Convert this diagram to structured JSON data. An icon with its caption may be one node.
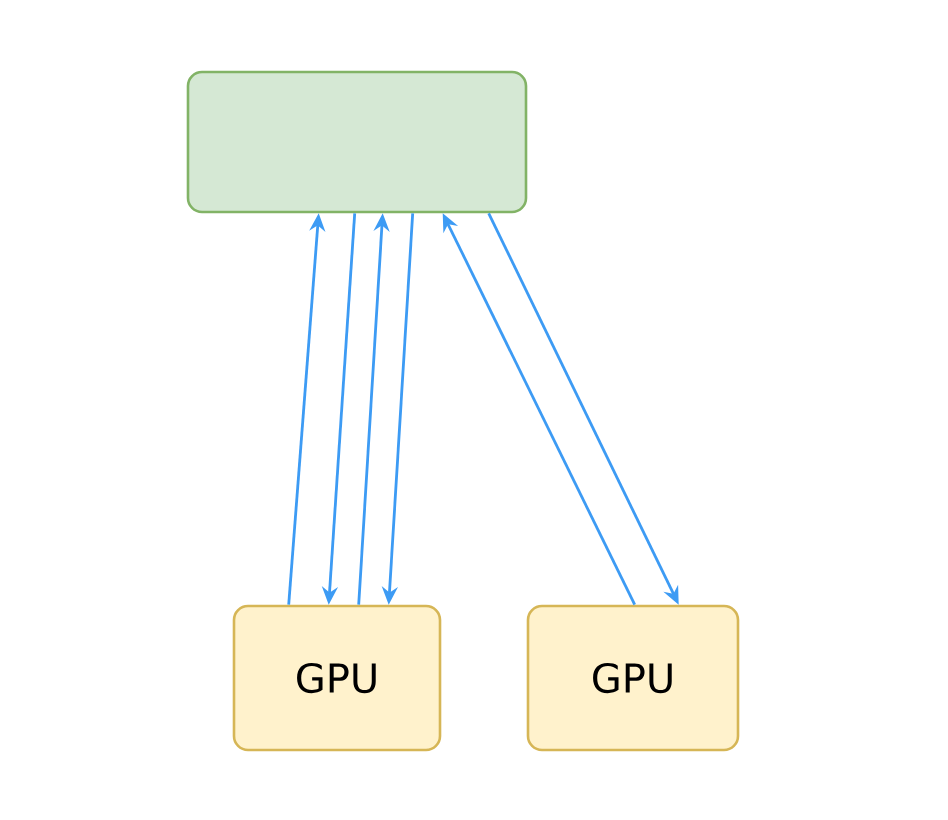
{
  "diagram": {
    "nodes": [
      {
        "text": [],
        "shape": "box"
      },
      {
        "text": [
          "GPU"
        ]
      },
      {
        "text": [
          "GPU"
        ]
      }
    ],
    "edges": [
      {
        "from": 1,
        "to": 0,
        "arrow": "to"
      },
      {
        "from": 0,
        "to": 1,
        "arrow": "to"
      },
      {
        "from": 1,
        "to": 0,
        "arrow": "to"
      },
      {
        "from": 0,
        "to": 1,
        "arrow": "to"
      },
      {
        "from": 2,
        "to": 0,
        "arrow": "to"
      },
      {
        "from": 0,
        "to": 2,
        "arrow": "to"
      }
    ]
  }
}
